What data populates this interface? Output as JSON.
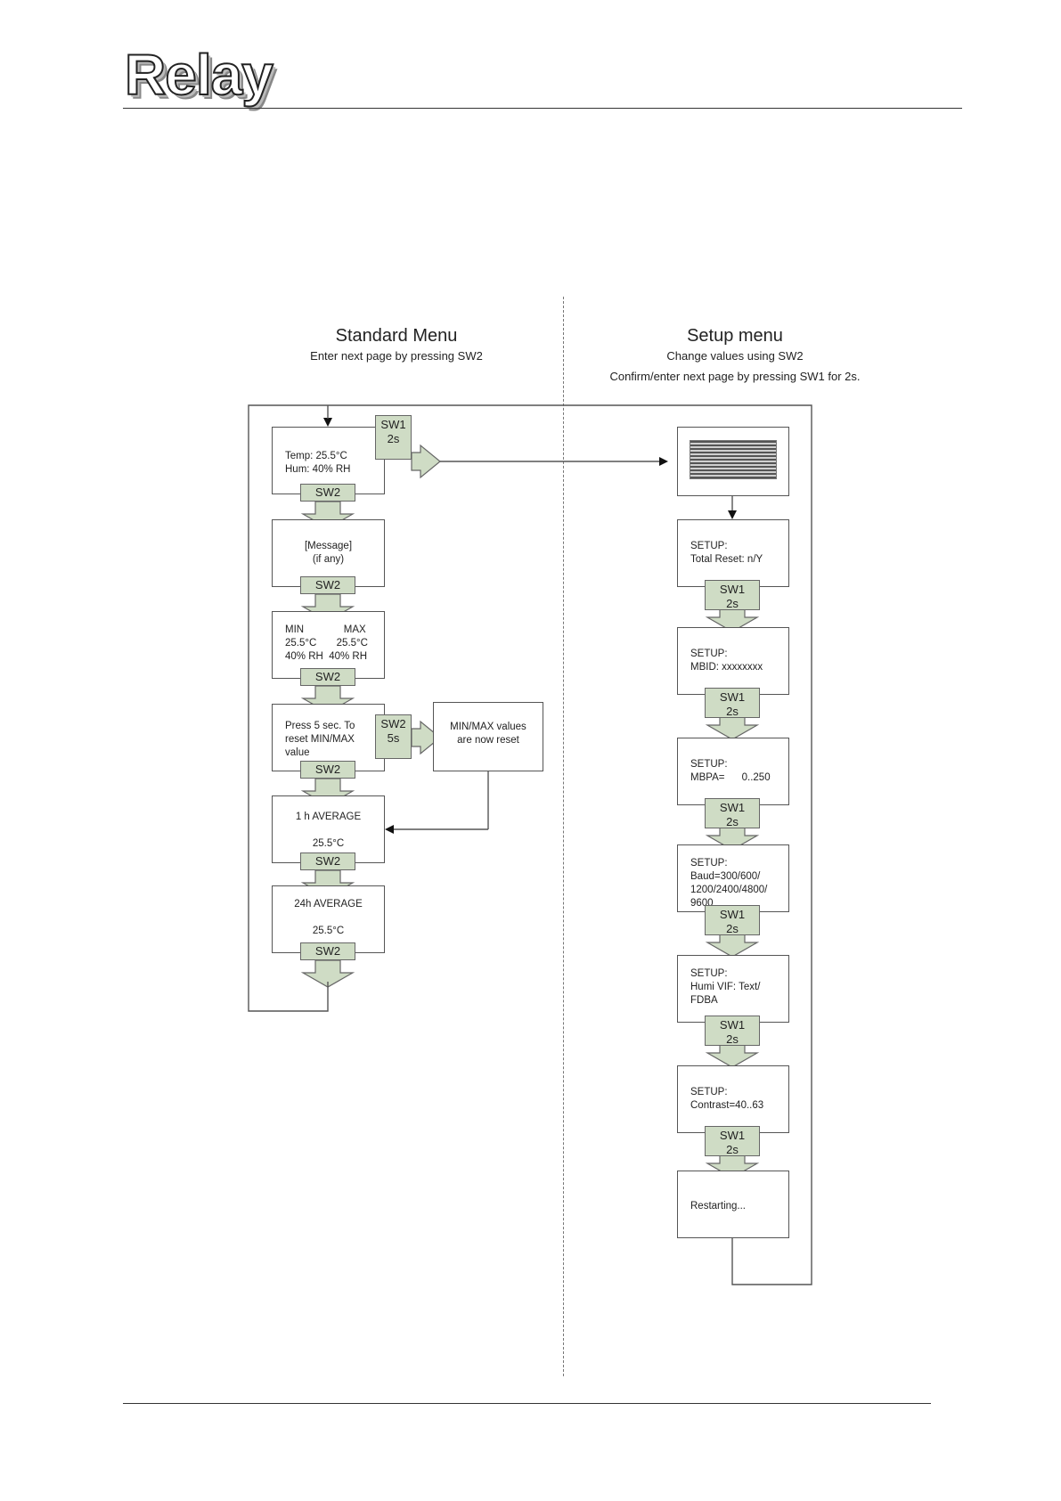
{
  "header": {
    "logo_text": "Relay"
  },
  "colors": {
    "button_fill": "#cfdcc5",
    "line": "#555555",
    "text": "#222222"
  },
  "left_column": {
    "title": "Standard Menu",
    "subtitle": "Enter next page by pressing SW2",
    "pages": [
      {
        "lines": [
          "Temp: 25.5°C",
          "Hum: 40% RH"
        ],
        "button": [
          "SW2"
        ]
      },
      {
        "lines": [
          "[Message]",
          "(if any)"
        ],
        "button": [
          "SW2"
        ]
      },
      {
        "lines": [
          "MIN              MAX",
          "25.5°C       25.5°C",
          "40% RH  40% RH"
        ],
        "button": [
          "SW2"
        ]
      },
      {
        "lines": [
          "Press 5 sec. To",
          "reset MIN/MAX",
          "value"
        ],
        "button": [
          "SW2"
        ]
      },
      {
        "lines": [
          "1 h AVERAGE",
          "",
          "25.5°C"
        ],
        "button": [
          "SW2"
        ]
      },
      {
        "lines": [
          "24h AVERAGE",
          "",
          "25.5°C"
        ],
        "button": [
          "SW2"
        ]
      }
    ],
    "side_buttons": [
      {
        "lines": [
          "SW1",
          "2s"
        ]
      },
      {
        "lines": [
          "SW2",
          "5s"
        ]
      }
    ],
    "reset_box": {
      "lines": [
        "MIN/MAX values",
        "are now reset"
      ]
    }
  },
  "right_column": {
    "title": "Setup menu",
    "subtitle1": "Change values using SW2",
    "subtitle2": "Confirm/enter next page by pressing SW1 for 2s.",
    "display_icon": "lcd-display-icon",
    "pages": [
      {
        "lines": [
          "SETUP:",
          "Total Reset: n/Y"
        ],
        "button": [
          "SW1",
          "2s"
        ]
      },
      {
        "lines": [
          "SETUP:",
          "MBID: xxxxxxxx"
        ],
        "button": [
          "SW1",
          "2s"
        ]
      },
      {
        "lines": [
          "SETUP:",
          "MBPA=      0..250"
        ],
        "button": [
          "SW1",
          "2s"
        ]
      },
      {
        "lines": [
          "SETUP:",
          "Baud=300/600/",
          "1200/2400/4800/",
          "9600"
        ],
        "button": [
          "SW1",
          "2s"
        ]
      },
      {
        "lines": [
          "SETUP:",
          "Humi VIF: Text/",
          "FDBA"
        ],
        "button": [
          "SW1",
          "2s"
        ]
      },
      {
        "lines": [
          "SETUP:",
          "Contrast=40..63"
        ],
        "button": [
          "SW1",
          "2s"
        ]
      },
      {
        "lines": [
          "Restarting..."
        ]
      }
    ]
  }
}
